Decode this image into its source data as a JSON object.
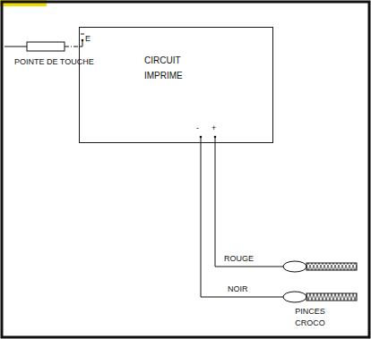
{
  "diagram": {
    "nodes": [
      {
        "text": [
          "CIRCUIT IMPRIME"
        ]
      }
    ],
    "labels": [
      "E",
      "-",
      "+",
      "POINTE DE TOUCHE",
      "ROUGE",
      "NOIR",
      "PINCES CROCO"
    ]
  }
}
